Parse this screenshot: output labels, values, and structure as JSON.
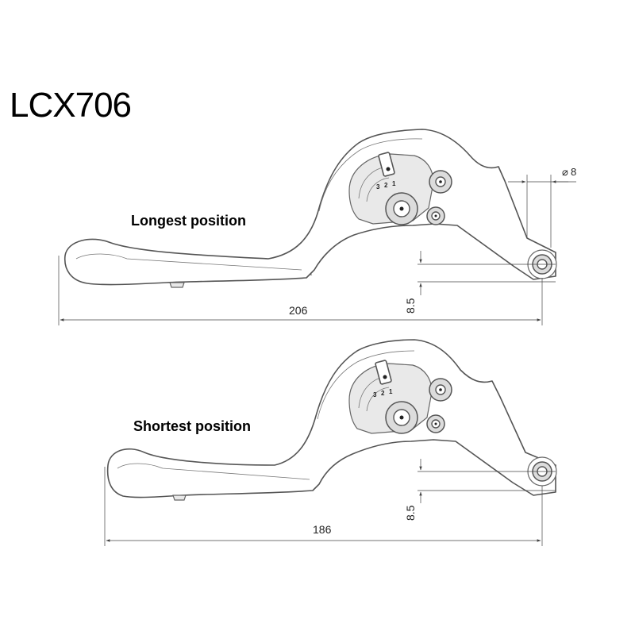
{
  "title": "LCX706",
  "longest": {
    "caption": "Longest position",
    "length": "206",
    "offset": "8.5",
    "positions": [
      "3",
      "2",
      "1"
    ]
  },
  "shortest": {
    "caption": "Shortest position",
    "length": "186",
    "offset": "8.5",
    "positions": [
      "3",
      "2",
      "1"
    ]
  },
  "diameter": "8"
}
